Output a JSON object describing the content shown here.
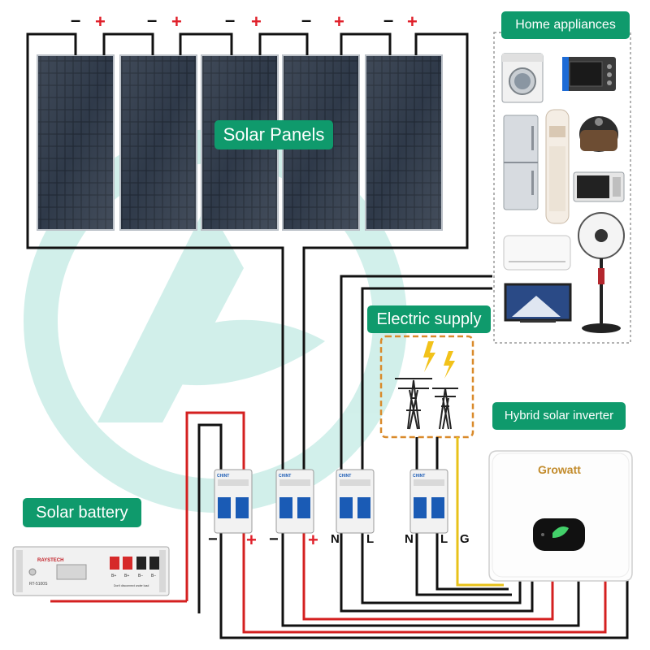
{
  "labels": {
    "solar_panels": "Solar Panels",
    "home_appliances": "Home appliances",
    "electric_supply": "Electric supply",
    "hybrid_inverter": "Hybrid solar inverter",
    "solar_battery": "Solar battery"
  },
  "panel_terminals": {
    "negative": "–",
    "positive": "+"
  },
  "breaker_terminals": [
    "−",
    "+",
    "−",
    "+",
    "N",
    "L",
    "N",
    "L",
    "G"
  ],
  "inverter": {
    "brand": "Growatt"
  },
  "battery": {
    "brand": "RAYSTECH",
    "model": "RT-5100S",
    "ports": [
      "B+",
      "B+",
      "B−",
      "B−"
    ],
    "note": "Don't disconnect under load"
  },
  "breakers": {
    "brand": "CHINT"
  },
  "colors": {
    "label_bg": "#0f9a6c",
    "plus": "#e0202a",
    "wire_black": "#111111",
    "wire_red": "#d42020",
    "wire_yellow": "#e8c21a",
    "supply_border": "#d98a2b",
    "watermark": "#34b9a3",
    "breaker_blue": "#1a5bb5"
  },
  "icons": [
    "washing-machine-icon",
    "oven-icon",
    "rice-cooker-icon",
    "fridge-icon",
    "air-conditioner-icon",
    "microwave-icon",
    "wall-ac-icon",
    "stand-fan-icon",
    "tv-icon",
    "transmission-tower-icon",
    "lightning-icon"
  ]
}
